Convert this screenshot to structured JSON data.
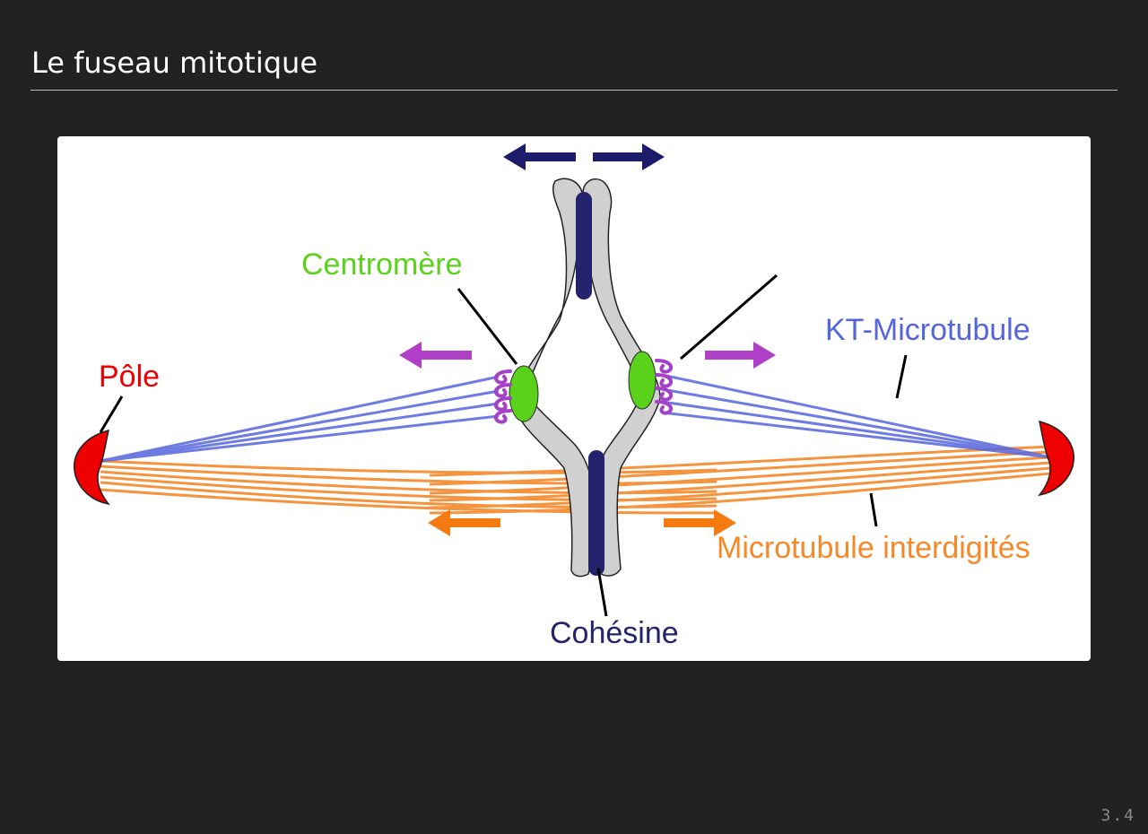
{
  "slide": {
    "title": "Le fuseau mitotique",
    "number": "3.4"
  },
  "diagram": {
    "labels": {
      "centromere": "Centromère",
      "pole": "Pôle",
      "kt_microtubule": "KT-Microtubule",
      "interdigitated": "Microtubule interdigités",
      "cohesin": "Cohésine"
    },
    "colors": {
      "centromere": "#5ad11a",
      "pole": "#ee0000",
      "kt_microtubule": "#5566dd",
      "interdigitated": "#f5892a",
      "cohesin": "#23236e",
      "chromatid": "#d0d0d0",
      "kinetochore": "#a540c8",
      "arrow_pink": "#b040c8",
      "arrow_orange": "#f57a10",
      "arrow_navy": "#1c1c6b"
    }
  }
}
